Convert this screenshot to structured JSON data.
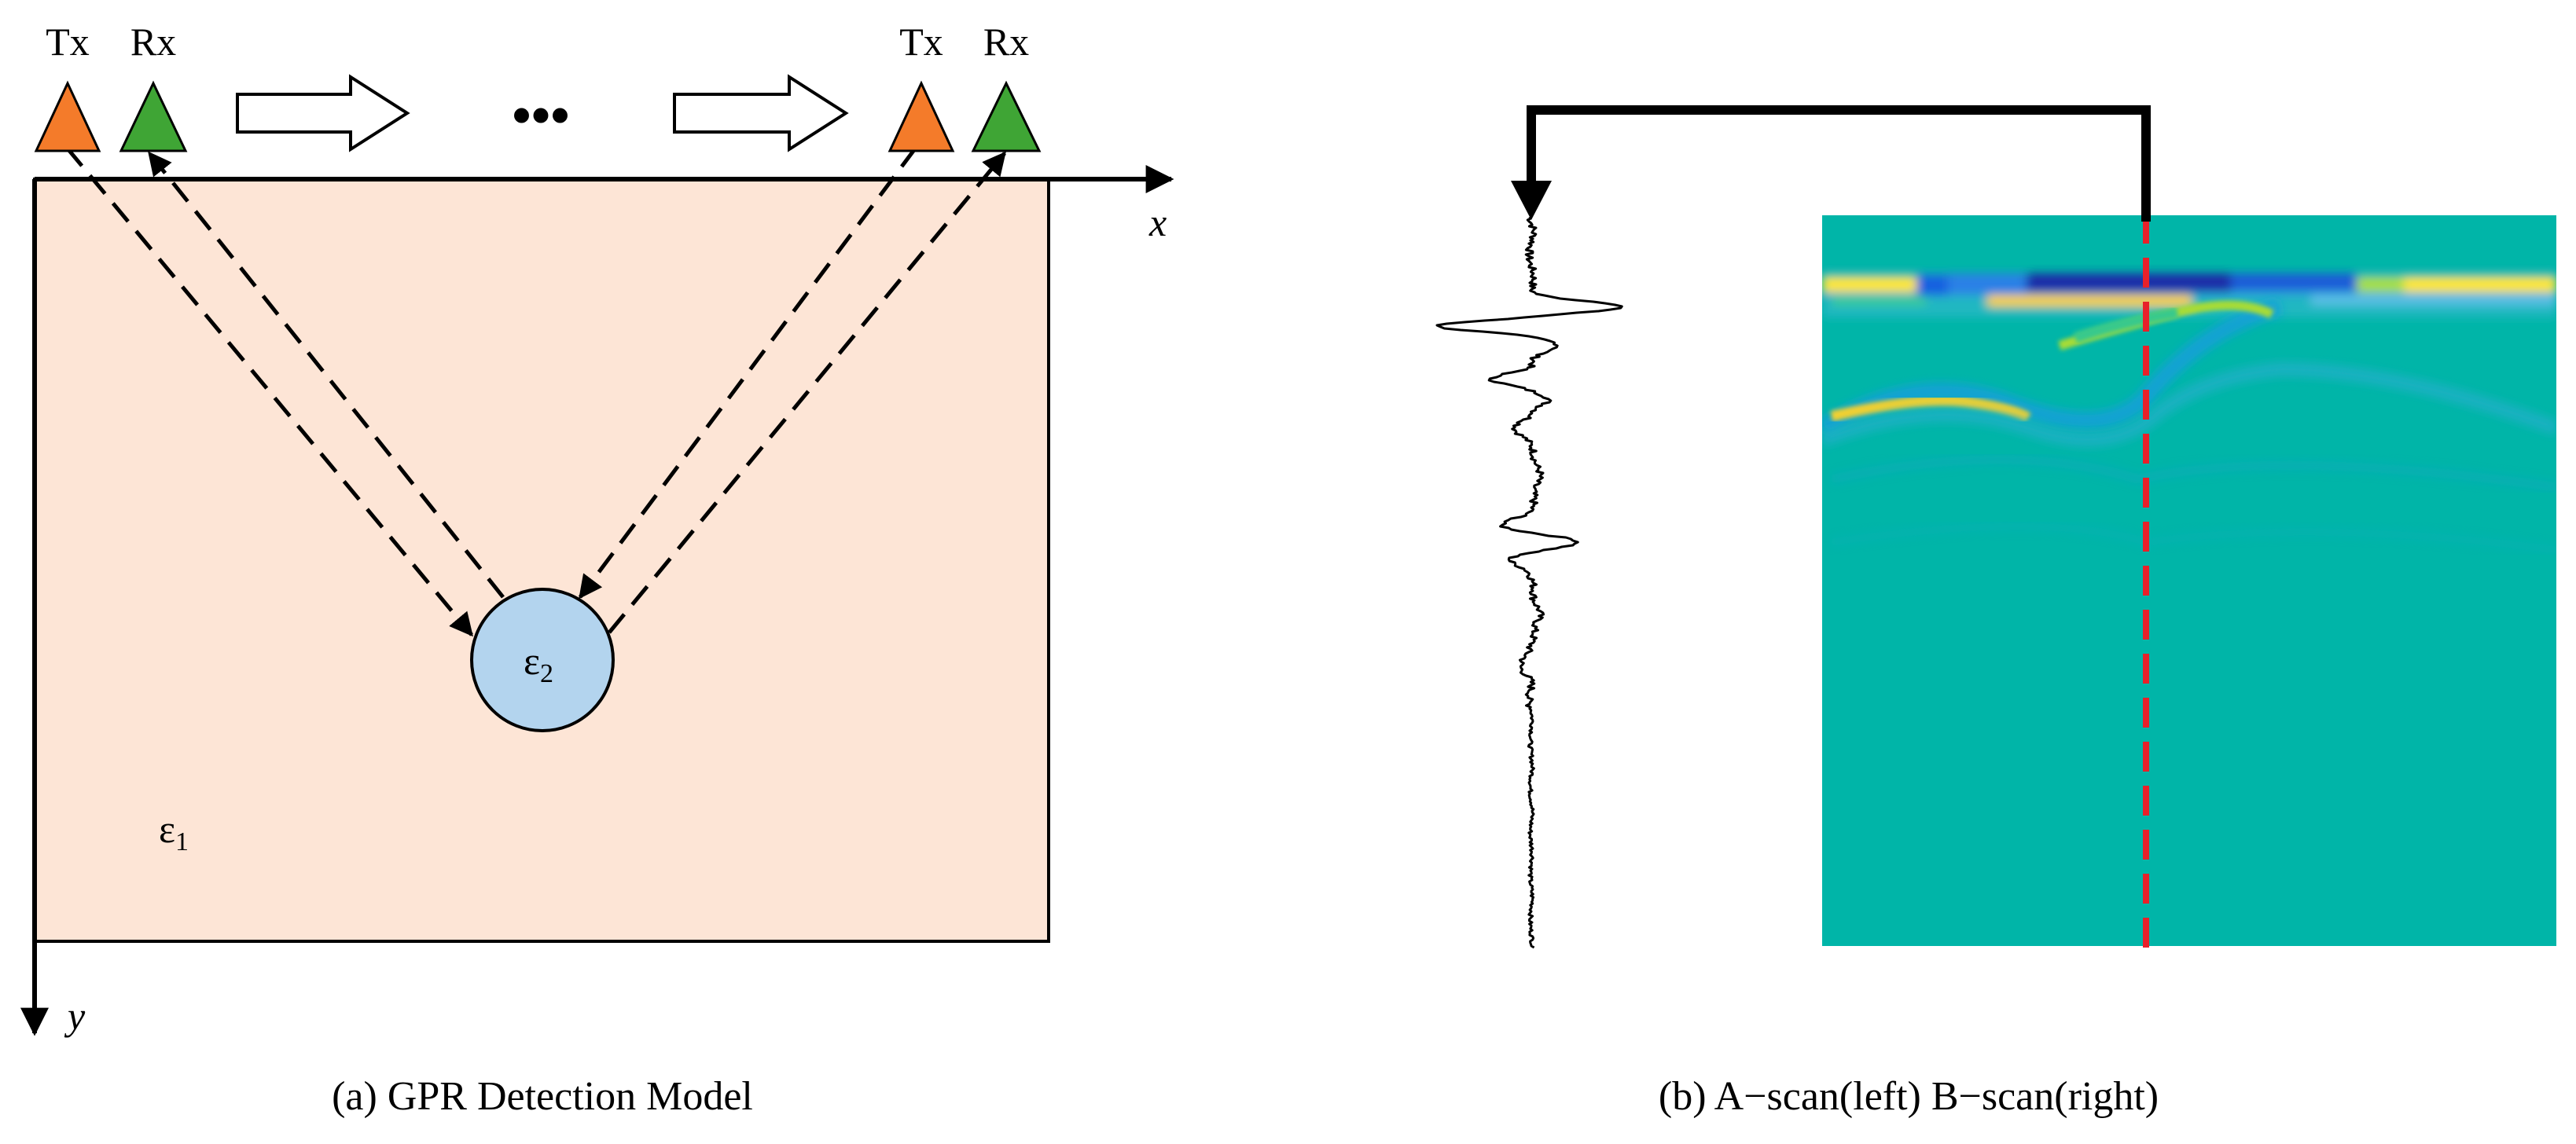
{
  "panel_a": {
    "caption": "(a) GPR Detection Model",
    "antennas": [
      {
        "tx_label": "Tx",
        "rx_label": "Rx"
      },
      {
        "tx_label": "Tx",
        "rx_label": "Rx"
      }
    ],
    "ellipsis": "•••",
    "axis_x_label": "x",
    "axis_y_label": "y",
    "medium_label": "ε",
    "medium_subscript": "1",
    "target_label": "ε",
    "target_subscript": "2",
    "colors": {
      "tx": "#f47b2a",
      "rx": "#3fa535",
      "medium": "#fde5d6",
      "target": "#b3d4ee"
    }
  },
  "panel_b": {
    "caption": "(b) A−scan(left) B−scan(right)",
    "colors": {
      "bscan_background": "#00b5a8",
      "cut_line": "#e8212a"
    }
  }
}
